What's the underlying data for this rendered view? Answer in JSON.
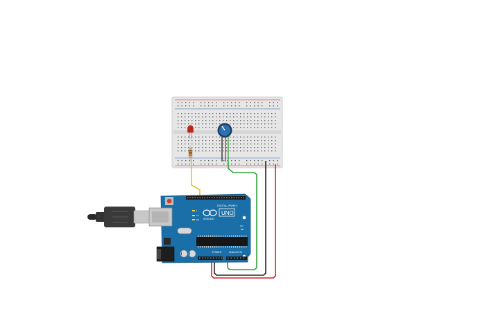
{
  "board": {
    "brand_text": "ARDUINO",
    "model_text": "UNO",
    "digital_header_label": "DIGITAL (PWM~)",
    "power_header_label": "POWER",
    "analog_header_label": "ANALOG IN",
    "on_led_label": "ON",
    "tx_label": "TX",
    "rx_label": "RX",
    "l_label": "L"
  },
  "colors": {
    "board": "#1b6fa8",
    "breadboard": "#e6e6e6",
    "wire_red": "#d62020",
    "wire_green": "#2fa13a",
    "wire_black": "#222222",
    "wire_yellow": "#e8c21b",
    "led": "#c0241a",
    "pot_knob": "#1f5f9a"
  },
  "components": {
    "led": "red-led",
    "resistor": "resistor",
    "potentiometer": "potentiometer",
    "usb_cable": "usb-cable"
  }
}
